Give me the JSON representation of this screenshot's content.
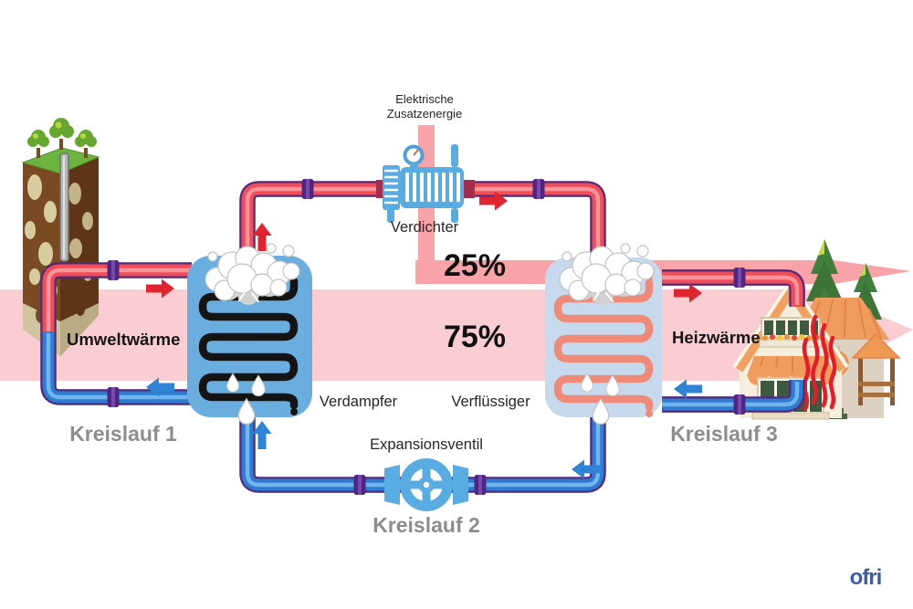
{
  "diagram": {
    "labels": {
      "electric_energy": "Elektrische Zusatzenergie",
      "compressor": "Verdichter",
      "evaporator": "Verdampfer",
      "condenser": "Verflüssiger",
      "expansion_valve": "Expansionsventil",
      "environmental_heat": "Umweltwärme",
      "heating_heat": "Heizwärme",
      "circuit1": "Kreislauf 1",
      "circuit2": "Kreislauf 2",
      "circuit3": "Kreislauf 3",
      "pct_electric": "25%",
      "pct_environment": "75%"
    },
    "logo_text": "ofri",
    "colors": {
      "band_light_pink": "#f9cdd1",
      "band_dark_pink": "#f7a3a7",
      "pipe_red": "#ef4d58",
      "pipe_blue": "#2e7cd2",
      "pipe_outline": "#55297b",
      "coupling_purple": "#4e2580",
      "component_blue": "#58ace2",
      "evaporator_fill": "#69aede",
      "condenser_fill": "#c6d9ed",
      "coil_black": "#141414",
      "coil_coral": "#ee8a77",
      "arrow_red": "#e02430",
      "arrow_blue": "#2f84d6",
      "circuit_label_gray": "#8d8d8d",
      "logo_blue": "#3a5cab"
    }
  }
}
